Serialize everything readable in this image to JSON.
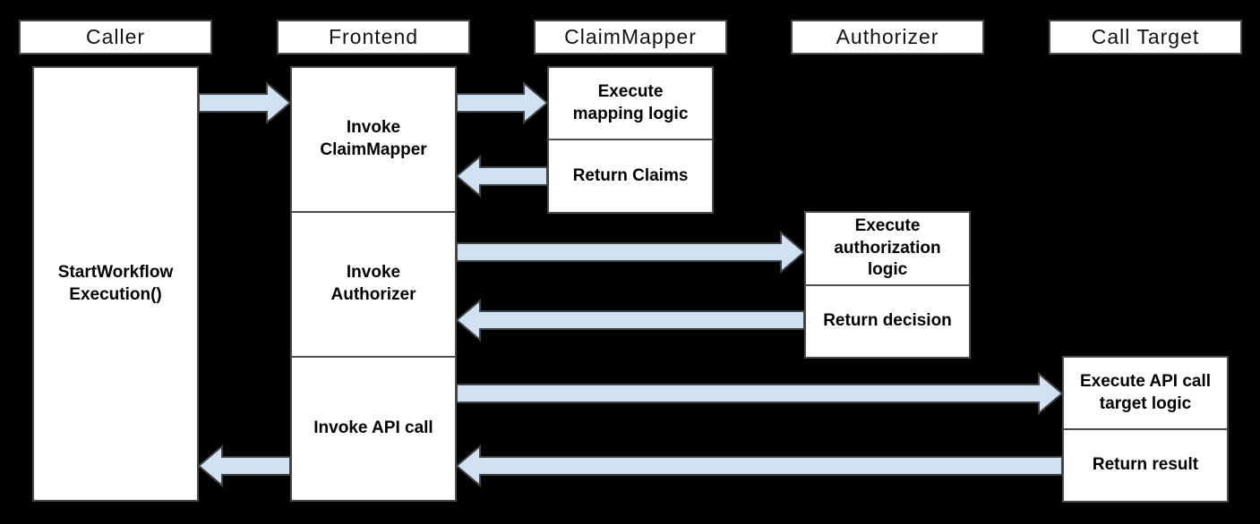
{
  "diagram": {
    "type": "sequence-diagram",
    "background": "#000000",
    "arrow_fill": "#cfe1f3",
    "arrow_stroke": "#404244",
    "box_border": "#4a4c4e",
    "columns": [
      {
        "header": "Caller",
        "boxes": [
          "StartWorkflow\nExecution()"
        ]
      },
      {
        "header": "Frontend",
        "boxes": [
          "Invoke\nClaimMapper",
          "Invoke\nAuthorizer",
          "Invoke API call"
        ]
      },
      {
        "header": "ClaimMapper",
        "boxes": [
          "Execute\nmapping logic",
          "Return Claims"
        ]
      },
      {
        "header": "Authorizer",
        "boxes": [
          "Execute\nauthorization\nlogic",
          "Return decision"
        ]
      },
      {
        "header": "Call Target",
        "boxes": [
          "Execute API call\ntarget logic",
          "Return result"
        ]
      }
    ],
    "flows": [
      {
        "from": "Caller",
        "to": "Frontend",
        "step": "StartWorkflowExecution()"
      },
      {
        "from": "Frontend",
        "to": "ClaimMapper",
        "step": "Invoke ClaimMapper"
      },
      {
        "from": "ClaimMapper",
        "to": "Frontend",
        "step": "Return Claims"
      },
      {
        "from": "Frontend",
        "to": "Authorizer",
        "step": "Invoke Authorizer"
      },
      {
        "from": "Authorizer",
        "to": "Frontend",
        "step": "Return decision"
      },
      {
        "from": "Frontend",
        "to": "Call Target",
        "step": "Invoke API call"
      },
      {
        "from": "Call Target",
        "to": "Frontend",
        "step": "Return result"
      },
      {
        "from": "Frontend",
        "to": "Caller",
        "step": "Return result"
      }
    ]
  }
}
